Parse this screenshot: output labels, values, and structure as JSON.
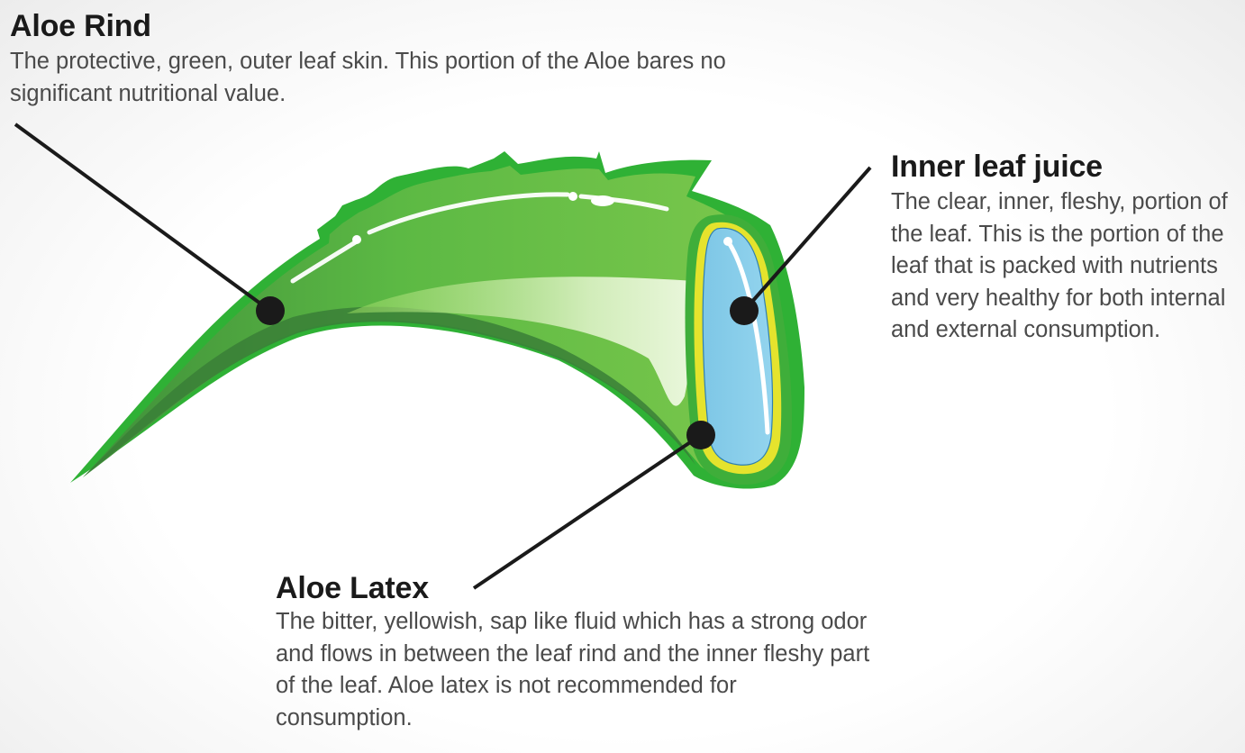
{
  "callouts": {
    "rind": {
      "title": "Aloe Rind",
      "description": "The protective, green, outer leaf skin. This portion of the Aloe bares no significant nutritional value."
    },
    "juice": {
      "title": "Inner leaf juice",
      "description": "The clear, inner, fleshy, portion of the leaf. This is the portion of the leaf that is packed with nutrients and very healthy for both internal and external consumption."
    },
    "latex": {
      "title": "Aloe Latex",
      "description": "The bitter, yellowish, sap like fluid which has a strong odor and flows in between the leaf rind and the inner fleshy part of the leaf. Aloe latex is not recommended for consumption."
    }
  },
  "colors": {
    "rind_outline": "#2fb135",
    "rind_body": "#5cbf44",
    "rind_shadow": "#3d8a3a",
    "rind_highlight": "#9fd86a",
    "latex_layer": "#e8e62a",
    "inner_gel": "#86cde8",
    "pointer": "#1a1a1a",
    "heading_text": "#1a1a1a",
    "body_text": "#4a4a4a"
  }
}
